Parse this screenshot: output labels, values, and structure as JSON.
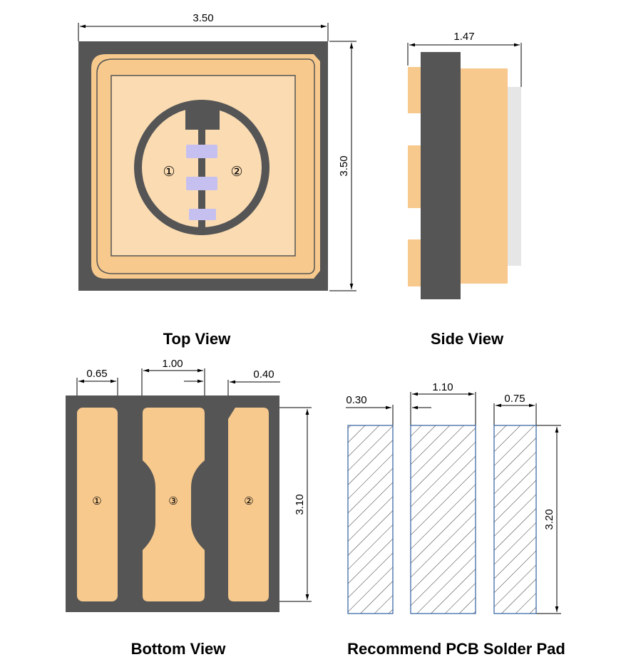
{
  "top_view": {
    "caption": "Top View",
    "width_dim": "3.50",
    "height_dim": "3.50",
    "pin_1": "①",
    "pin_2": "②"
  },
  "side_view": {
    "caption": "Side View",
    "thickness_dim": "1.47"
  },
  "bottom_view": {
    "caption": "Bottom View",
    "pad_left_width_dim": "0.65",
    "pad_center_width_dim": "1.00",
    "pad_gap_dim": "0.40",
    "pad_height_dim": "3.10",
    "pin_1": "①",
    "pin_2": "②",
    "pin_3": "③"
  },
  "pcb_pad": {
    "caption": "Recommend PCB Solder Pad",
    "gap_dim": "0.30",
    "center_width_dim": "1.10",
    "side_width_dim": "0.75",
    "height_dim": "3.20"
  },
  "colors": {
    "body_dark": "#555555",
    "pad_orange": "#f7c98d",
    "inner_light": "#fbdcb2",
    "lens_violet": "#c5c0f0",
    "side_window": "#e6e6e6",
    "hatch_blue": "#2f5f9f"
  }
}
